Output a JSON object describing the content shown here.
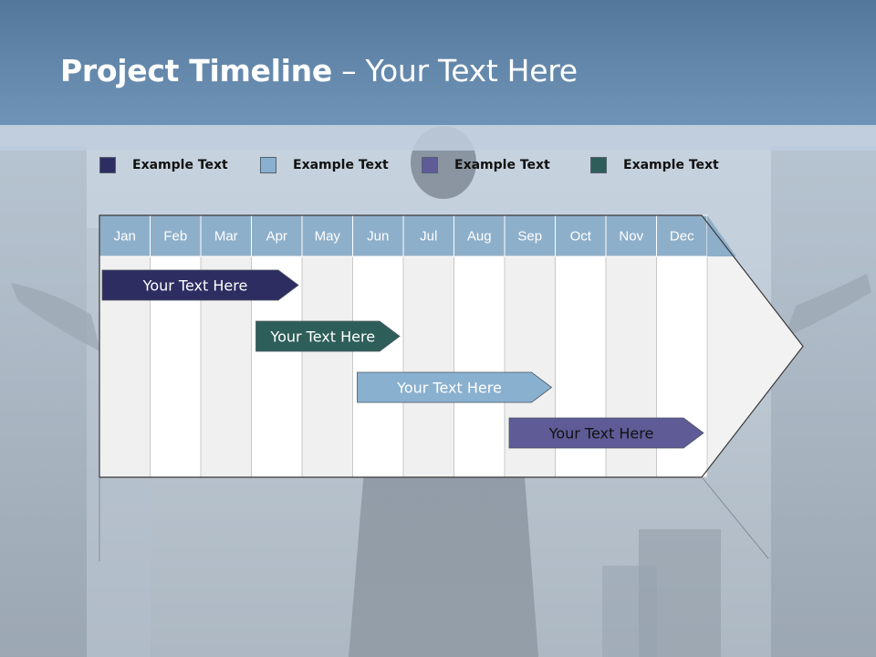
{
  "slide": {
    "title_bold": "Project Timeline",
    "title_rest": " – Your Text Here"
  },
  "legend": [
    {
      "label": "Example Text",
      "color": "#2e2d61"
    },
    {
      "label": "Example Text",
      "color": "#8ab0cf"
    },
    {
      "label": "Example Text",
      "color": "#5f5b96"
    },
    {
      "label": "Example Text",
      "color": "#2e5e5a"
    }
  ],
  "months": [
    "Jan",
    "Feb",
    "Mar",
    "Apr",
    "May",
    "Jun",
    "Jul",
    "Aug",
    "Sep",
    "Oct",
    "Nov",
    "Dec"
  ],
  "chart_data": {
    "type": "gantt",
    "categories": [
      "Jan",
      "Feb",
      "Mar",
      "Apr",
      "May",
      "Jun",
      "Jul",
      "Aug",
      "Sep",
      "Oct",
      "Nov",
      "Dec"
    ],
    "tasks": [
      {
        "label": "Your  Text Here",
        "start": "Jan",
        "end": "Apr",
        "color": "#2e2d61",
        "text_color": "#ffffff"
      },
      {
        "label": "Your  Text Here",
        "start": "Apr",
        "end": "Jun",
        "color": "#2e5e5a",
        "text_color": "#ffffff"
      },
      {
        "label": "Your  Text Here",
        "start": "Jun",
        "end": "Sep",
        "color": "#8ab0cf",
        "text_color": "#ffffff"
      },
      {
        "label": "Your  Text Here",
        "start": "Sep",
        "end": "Dec",
        "color": "#5f5b96",
        "text_color": "#111111"
      }
    ]
  }
}
